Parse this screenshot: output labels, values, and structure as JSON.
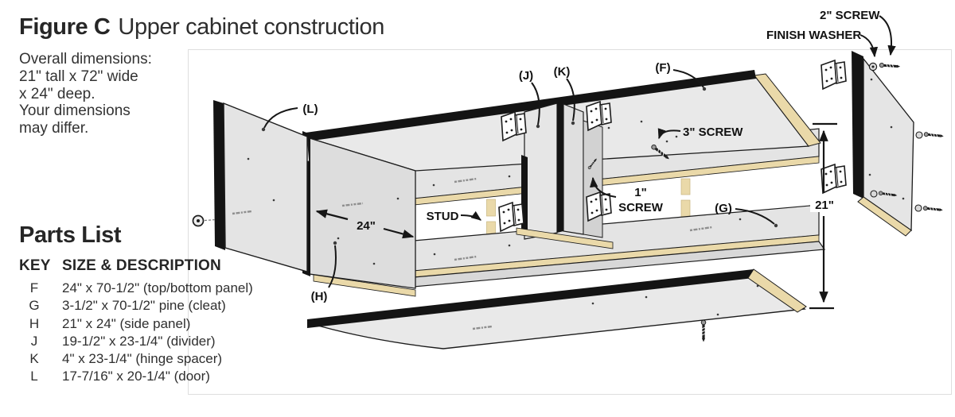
{
  "figure": {
    "title_bold": "Figure C",
    "title_rest": "Upper cabinet construction",
    "overview_lines": [
      "Overall dimensions:",
      "21\" tall x 72\" wide",
      "x 24\" deep.",
      "Your dimensions",
      "may differ."
    ]
  },
  "parts_list": {
    "heading": "Parts List",
    "col_key": "KEY",
    "col_desc": "SIZE & DESCRIPTION",
    "rows": [
      {
        "key": "F",
        "desc": "24\" x 70-1/2\" (top/bottom panel)"
      },
      {
        "key": "G",
        "desc": "3-1/2\" x 70-1/2\" pine (cleat)"
      },
      {
        "key": "H",
        "desc": "21\" x 24\" (side panel)"
      },
      {
        "key": "J",
        "desc": "19-1/2\" x 23-1/4\" (divider)"
      },
      {
        "key": "K",
        "desc": "4\" x 23-1/4\" (hinge spacer)"
      },
      {
        "key": "L",
        "desc": "17-7/16\" x 20-1/4\" (door)"
      }
    ]
  },
  "diagram": {
    "labels": {
      "l": "(L)",
      "j": "(J)",
      "k": "(K)",
      "f": "(F)",
      "g": "(G)",
      "h": "(H)",
      "screw2": "2\" SCREW",
      "finish_washer": "FINISH WASHER",
      "screw3": "3\" SCREW",
      "screw1_line1": "1\"",
      "screw1_line2": "SCREW",
      "stud": "STUD",
      "dim_depth": "24\"",
      "dim_height": "21\""
    },
    "colors": {
      "panel_gray": "#e7e7e7",
      "panel_shadow": "#d8d8d8",
      "edge_black": "#141414",
      "plywood_cream": "#ead9a9",
      "line": "#1a1a1a"
    }
  }
}
